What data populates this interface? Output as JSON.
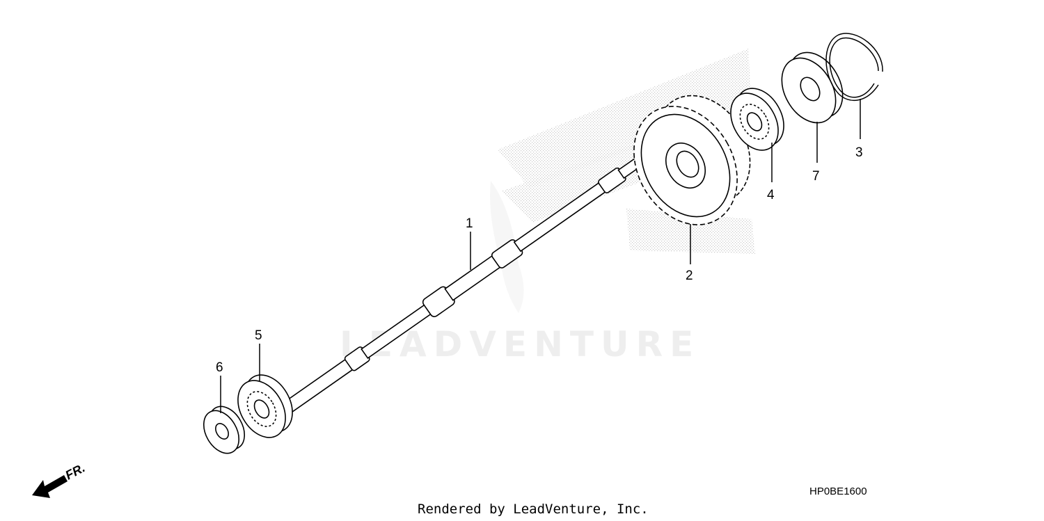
{
  "diagram": {
    "callouts": [
      "1",
      "2",
      "3",
      "4",
      "5",
      "6",
      "7"
    ],
    "direction_label": "FR.",
    "diagram_code": "HP0BE1600",
    "credit": "Rendered by LeadVenture, Inc.",
    "watermark": "LEADVENTURE",
    "icons": [
      "honda-wing-watermark-icon",
      "front-direction-arrow-icon"
    ]
  }
}
